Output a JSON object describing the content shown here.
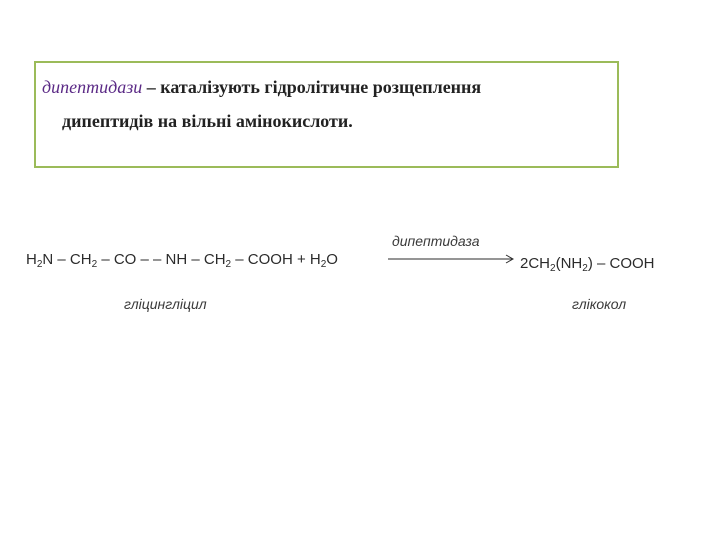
{
  "definition": {
    "term": "дипептидази",
    "line1_rest": " – каталізують гідролітичне розщеплення",
    "line2": "дипептидів на вільні амінокислоти."
  },
  "reaction": {
    "reactant_parts": {
      "p1": "H",
      "s1": "2",
      "p2": "N – CH",
      "s2": "2",
      "p3": " – CO – – NH – CH",
      "s3": "2",
      "p4": " – COOH  +  H",
      "s4": "2",
      "p5": "O"
    },
    "enzyme": "дипептидаза",
    "product_parts": {
      "p1": "2CH",
      "s1": "2",
      "p2": "(NH",
      "s2": "2",
      "p3": ") – COOH"
    },
    "reactant_name": "гліцингліцил",
    "product_name": "глікокол"
  },
  "colors": {
    "box_border": "#9bbb59",
    "term_color": "#5b2a86",
    "text": "#222222"
  }
}
